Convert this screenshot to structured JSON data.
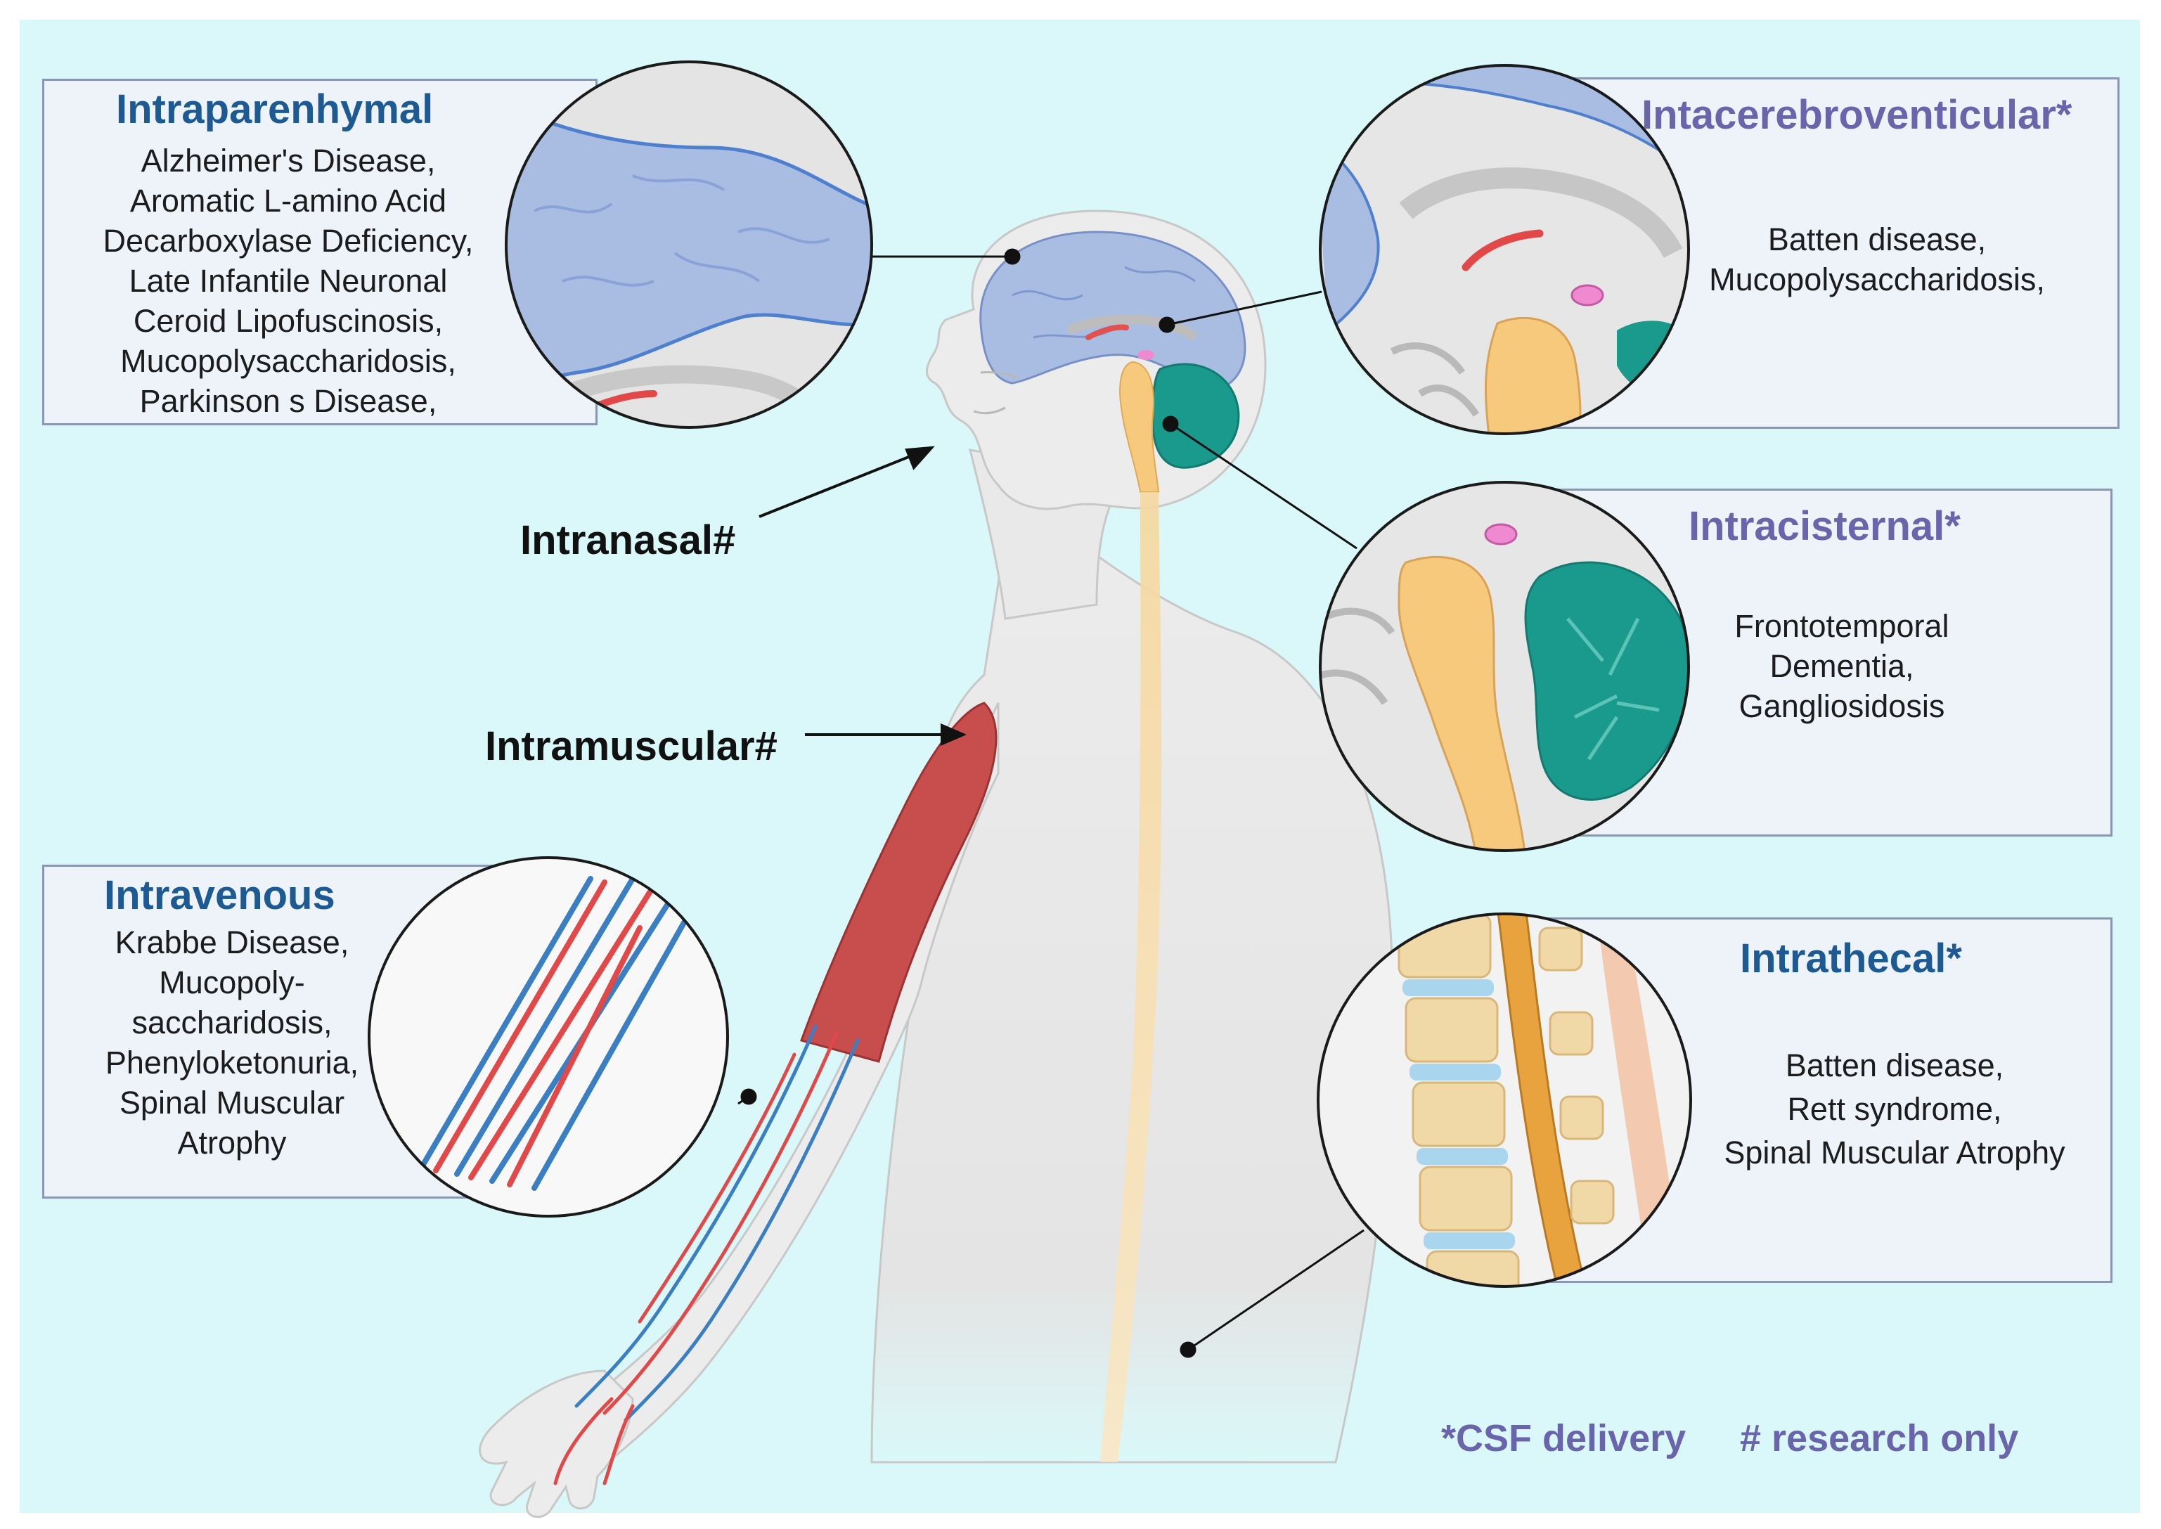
{
  "intraparenchymal": {
    "title": "Intraparenhymal",
    "items": [
      "Alzheimer's Disease,",
      "Aromatic L-amino Acid",
      "Decarboxylase Deficiency,",
      "Late Infantile Neuronal",
      "Ceroid Lipofuscinosis,",
      "Mucopolysaccharidosis,",
      "Parkinson s Disease,"
    ]
  },
  "intracerebroventricular": {
    "title": "Intacerebroventicular*",
    "items": [
      "Batten disease,",
      "Mucopolysaccharidosis,"
    ]
  },
  "intracisternal": {
    "title": "Intracisternal*",
    "items": [
      "Frontotemporal",
      "Dementia,",
      "Gangliosidosis"
    ]
  },
  "intravenous": {
    "title": "Intravenous",
    "items": [
      "Krabbe Disease,",
      "Mucopoly-",
      "saccharidosis,",
      "Phenyloketonuria,",
      "Spinal Muscular",
      "Atrophy"
    ]
  },
  "intrathecal": {
    "title": "Intrathecal*",
    "items": [
      "Batten disease,",
      "Rett syndrome,",
      "Spinal Muscular Atrophy"
    ]
  },
  "routes": {
    "intranasal": "Intranasal#",
    "intramuscular": "Intramuscular#"
  },
  "legend": {
    "csf": "*CSF delivery",
    "research": "# research only"
  },
  "colors": {
    "background": "#daf8f9",
    "box_fill": "#eef3fa",
    "title_blue": "#1d5a94",
    "title_purple": "#6a64ac",
    "brain_cortex": "#a9bde3",
    "cerebellum": "#1a9a8c",
    "brainstem": "#f6c97c",
    "muscle": "#c84d4d",
    "vein": "#3a7ec4",
    "artery": "#e34848"
  }
}
